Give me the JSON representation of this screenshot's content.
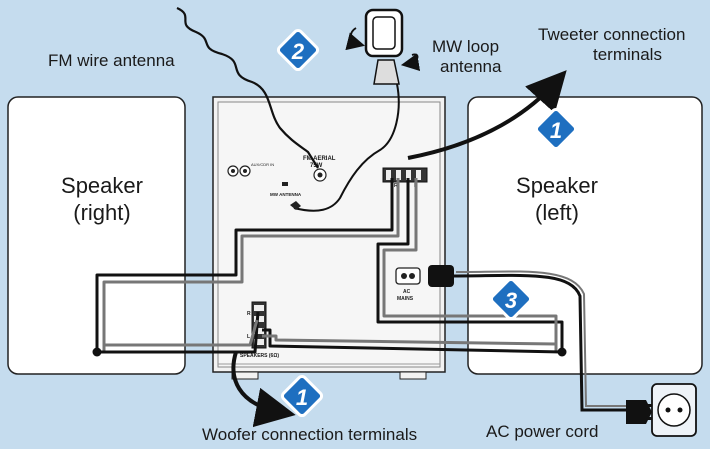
{
  "labels": {
    "fm_antenna": "FM wire antenna",
    "mw_loop_line1": "MW loop",
    "mw_loop_line2": "antenna",
    "tweeter_line1": "Tweeter connection",
    "tweeter_line2": "terminals",
    "speaker_right_line1": "Speaker",
    "speaker_right_line2": "(right)",
    "speaker_left_line1": "Speaker",
    "speaker_left_line2": "(left)",
    "woofer_terminals": "Woofer connection terminals",
    "ac_power_cord": "AC power cord"
  },
  "panel_markings": {
    "fm_aerial_1": "FM AERIAL",
    "fm_aerial_2": "75W",
    "mw_antenna": "MW ANTENNA",
    "aux_cdr_in": "AUX/CDR IN",
    "ac_mains_1": "AC",
    "ac_mains_2": "MAINS",
    "speakers": "SPEAKERS (6Ω)",
    "term_r": "R",
    "term_l": "L"
  },
  "badges": {
    "mw_step": "2",
    "tweeter_step": "1",
    "woofer_step": "1",
    "mains_step": "3"
  },
  "colors": {
    "background": "#c5dcee",
    "badge_fill": "#1e6fc0",
    "unit_fill": "#f2f2f2",
    "wire": "#111111"
  }
}
